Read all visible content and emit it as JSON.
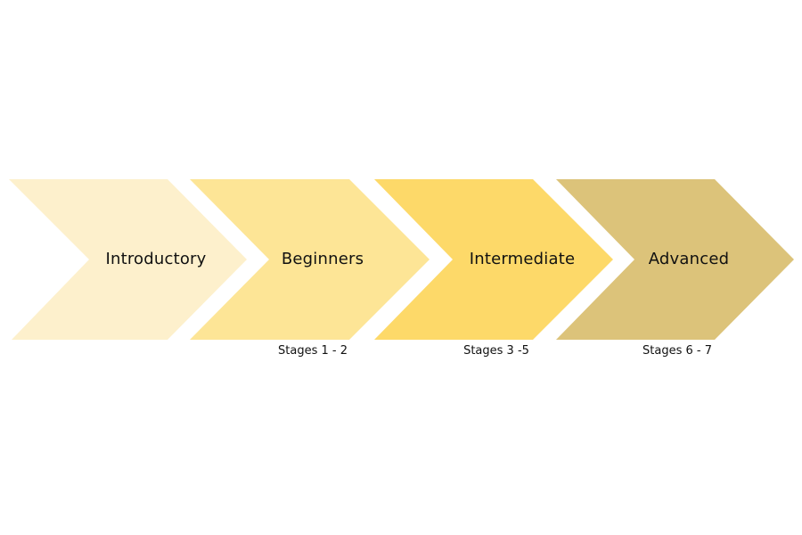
{
  "diagram": {
    "type": "chevron-process",
    "steps": [
      {
        "label": "Introductory",
        "sublabel": "",
        "color": "#FDF0CC"
      },
      {
        "label": "Beginners",
        "sublabel": "Stages 1 - 2",
        "color": "#FDE596"
      },
      {
        "label": "Intermediate",
        "sublabel": "Stages 3 -5",
        "color": "#FDD969"
      },
      {
        "label": "Advanced",
        "sublabel": "Stages 6 - 7",
        "color": "#DCC37A"
      }
    ]
  }
}
